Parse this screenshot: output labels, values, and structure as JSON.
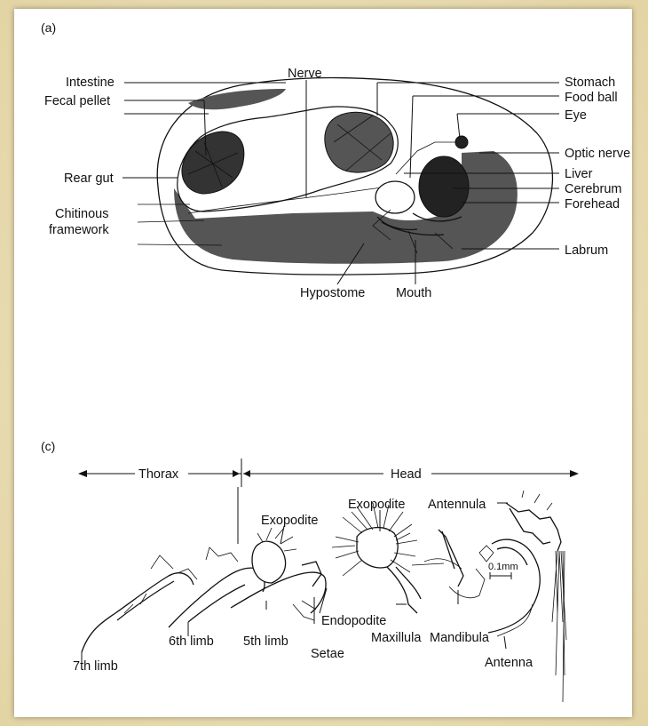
{
  "panels": {
    "a": "(a)",
    "c": "(c)"
  },
  "diagram_a": {
    "labels": {
      "intestine": "Intestine",
      "fecal_pellet": "Fecal pellet",
      "rear_gut": "Rear gut",
      "chitinous_framework_1": "Chitinous",
      "chitinous_framework_2": "framework",
      "nerve": "Nerve",
      "hypostome": "Hypostome",
      "mouth": "Mouth",
      "stomach": "Stomach",
      "food_ball": "Food ball",
      "eye": "Eye",
      "optic_nerve": "Optic nerve",
      "liver": "Liver",
      "cerebrum": "Cerebrum",
      "forehead": "Forehead",
      "labrum": "Labrum"
    }
  },
  "diagram_c": {
    "regions": {
      "thorax": "Thorax",
      "head": "Head"
    },
    "labels": {
      "exopodite_1": "Exopodite",
      "exopodite_2": "Exopodite",
      "antennula": "Antennula",
      "endopodite": "Endopodite",
      "maxillula": "Maxillula",
      "mandibula": "Mandibula",
      "setae": "Setae",
      "limb_7": "7th limb",
      "limb_6": "6th limb",
      "limb_5": "5th limb",
      "antenna": "Antenna",
      "scale": "0.1mm"
    }
  }
}
